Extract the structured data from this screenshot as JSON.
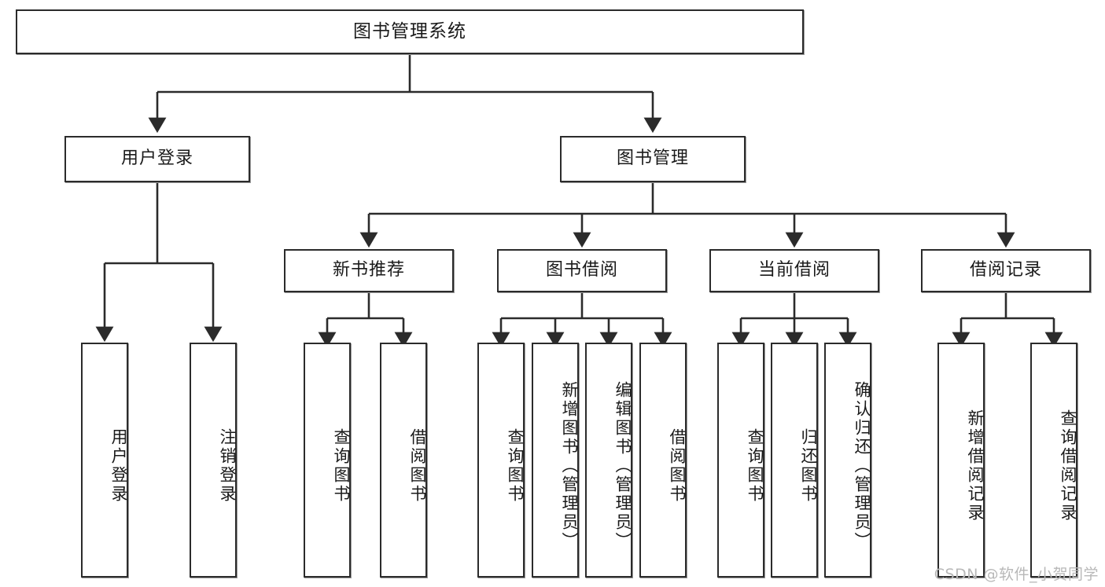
{
  "diagram": {
    "title": "图书管理系统",
    "type": "hierarchy-tree",
    "root": {
      "id": "root",
      "label": "图书管理系统"
    },
    "level2": [
      {
        "id": "user-login",
        "label": "用户登录"
      },
      {
        "id": "book-manage",
        "label": "图书管理"
      }
    ],
    "level3": [
      {
        "id": "new-book-recommend",
        "label": "新书推荐"
      },
      {
        "id": "book-borrow",
        "label": "图书借阅"
      },
      {
        "id": "current-borrow",
        "label": "当前借阅"
      },
      {
        "id": "borrow-record",
        "label": "借阅记录"
      }
    ],
    "leaves": {
      "user_login": [
        {
          "id": "leaf-user-login",
          "label": "用户登录"
        },
        {
          "id": "leaf-user-logout",
          "label": "注销登录"
        }
      ],
      "new_book_recommend": [
        {
          "id": "leaf-query-book-1",
          "label": "查询图书"
        },
        {
          "id": "leaf-borrow-book-1",
          "label": "借阅图书"
        }
      ],
      "book_borrow": [
        {
          "id": "leaf-query-book-2",
          "label": "查询图书"
        },
        {
          "id": "leaf-add-book",
          "label": "新增图书（管理员）"
        },
        {
          "id": "leaf-edit-book",
          "label": "编辑图书（管理员）"
        },
        {
          "id": "leaf-borrow-book-2",
          "label": "借阅图书"
        }
      ],
      "current_borrow": [
        {
          "id": "leaf-query-book-3",
          "label": "查询图书"
        },
        {
          "id": "leaf-return-book",
          "label": "归还图书"
        },
        {
          "id": "leaf-confirm-return",
          "label": "确认归还（管理员）"
        }
      ],
      "borrow_record": [
        {
          "id": "leaf-add-record",
          "label": "新增借阅记录"
        },
        {
          "id": "leaf-query-record",
          "label": "查询借阅记录"
        }
      ]
    },
    "colors": {
      "stroke": "#2b2b2b",
      "fill": "#ffffff",
      "text": "#1a1a1a",
      "watermark": "#b8b8b8"
    }
  },
  "watermark": {
    "text": "CSDN @软件_小贺同学"
  }
}
